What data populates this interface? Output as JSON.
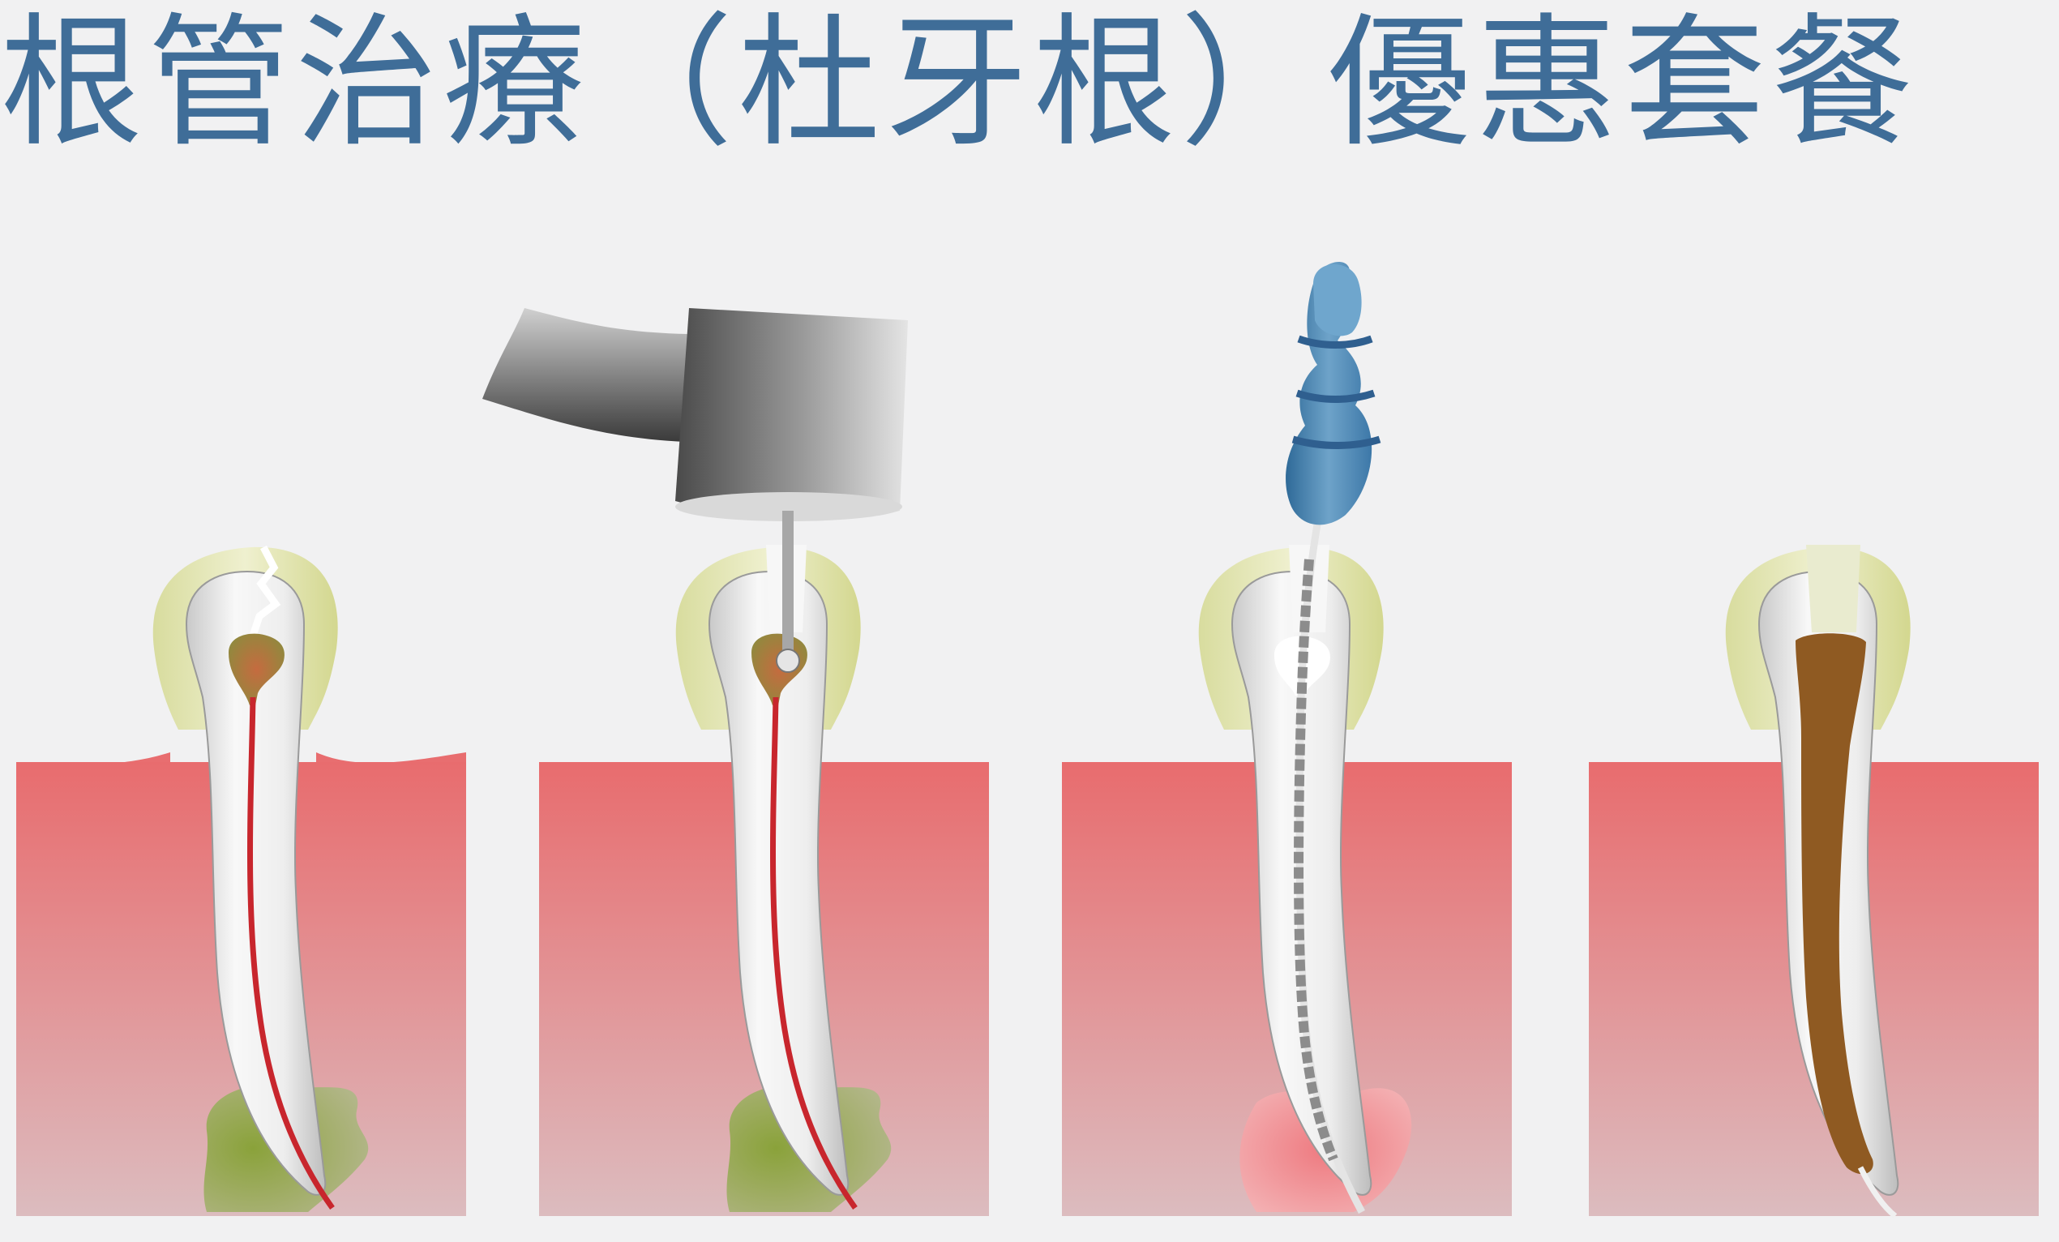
{
  "headline": "根管治療（杜牙根）優惠套餐",
  "palette": {
    "background": "#f1f1f2",
    "headline": "#3f6d98",
    "gum_top": "#e86c6e",
    "gum_bottom": "#dcbcbf",
    "crown_enamel": "#ebedc7",
    "tooth_body": "#f7f7f7",
    "nerve": "#c8262d",
    "pulp_chamber": "#a86a3e",
    "infection": "#9fae3b",
    "drill_metal": "#8a8a8a",
    "file_handle": "#4d86b3",
    "filling": "#8f5a22"
  },
  "panels": [
    {
      "step": "infected-tooth",
      "tool": "none"
    },
    {
      "step": "drilling",
      "tool": "dental-drill"
    },
    {
      "step": "cleaning-canal",
      "tool": "endodontic-file"
    },
    {
      "step": "filled-canal",
      "tool": "none"
    }
  ]
}
